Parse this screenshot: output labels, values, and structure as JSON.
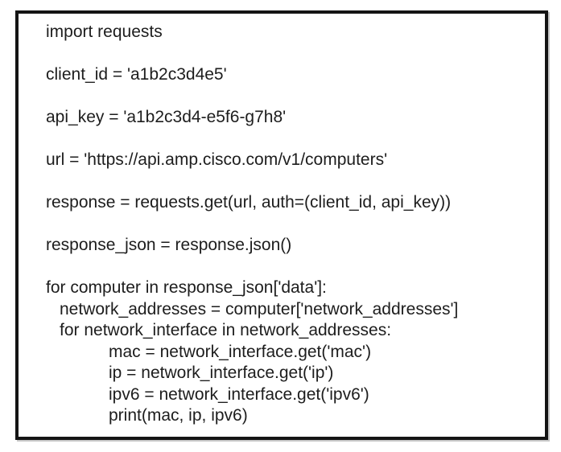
{
  "page": {
    "background_color": "#ffffff"
  },
  "snippet": {
    "border_color": "#141414",
    "text_color": "#1d1d1d",
    "language": "python",
    "lines": [
      {
        "text": "import requests",
        "indent": 0
      },
      {
        "text": "",
        "indent": 0
      },
      {
        "text": "client_id = 'a1b2c3d4e5'",
        "indent": 0
      },
      {
        "text": "",
        "indent": 0
      },
      {
        "text": "api_key = 'a1b2c3d4-e5f6-g7h8'",
        "indent": 0
      },
      {
        "text": "",
        "indent": 0
      },
      {
        "text": "url = 'https://api.amp.cisco.com/v1/computers'",
        "indent": 0
      },
      {
        "text": "",
        "indent": 0
      },
      {
        "text": "response = requests.get(url, auth=(client_id, api_key))",
        "indent": 0
      },
      {
        "text": "",
        "indent": 0
      },
      {
        "text": "response_json = response.json()",
        "indent": 0
      },
      {
        "text": "",
        "indent": 0
      },
      {
        "text": "for computer in response_json['data']:",
        "indent": 0
      },
      {
        "text": "network_addresses = computer['network_addresses']",
        "indent": 1
      },
      {
        "text": "for network_interface in network_addresses:",
        "indent": 1
      },
      {
        "text": "mac = network_interface.get('mac')",
        "indent": 2
      },
      {
        "text": "ip = network_interface.get('ip')",
        "indent": 2
      },
      {
        "text": "ipv6 = network_interface.get('ipv6')",
        "indent": 2
      },
      {
        "text": "print(mac, ip, ipv6)",
        "indent": 2
      }
    ]
  }
}
